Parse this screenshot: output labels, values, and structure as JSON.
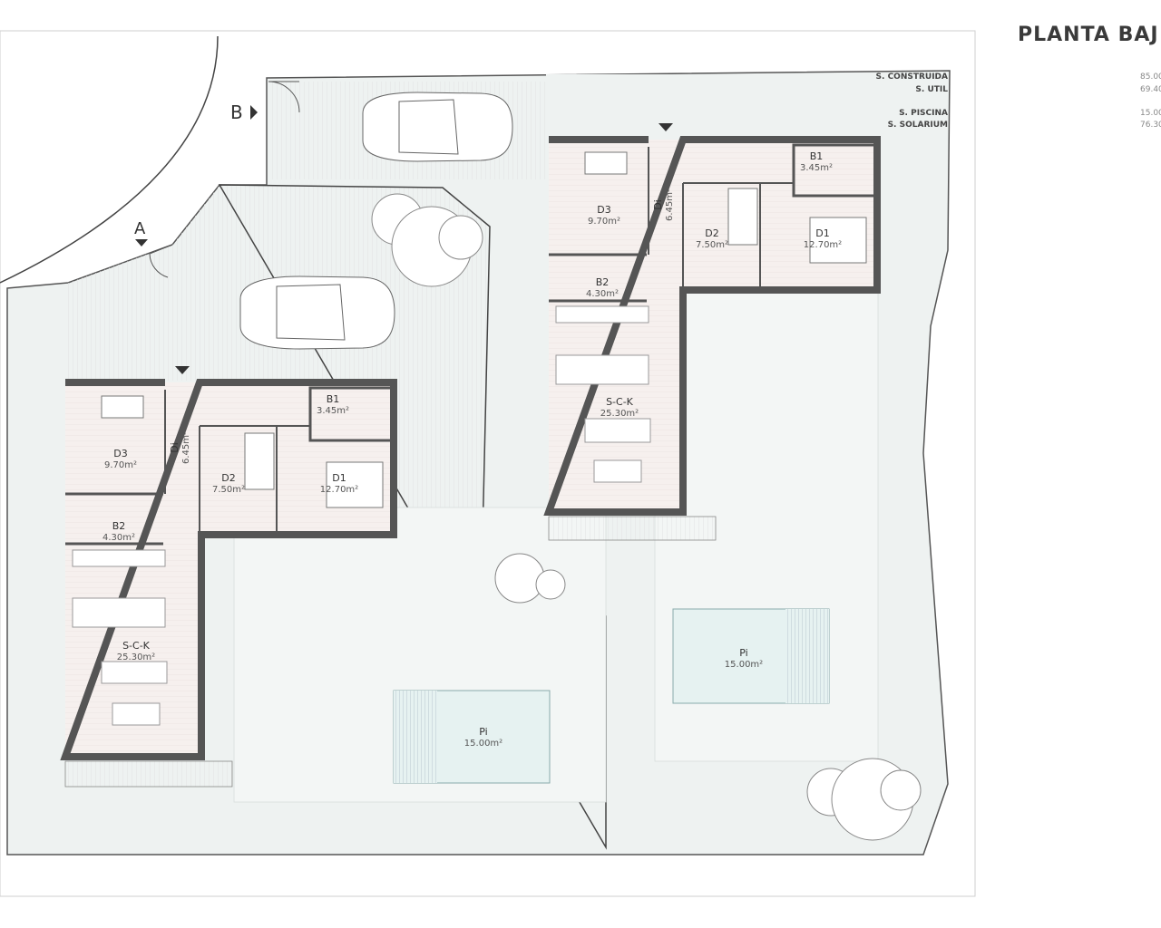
{
  "title": "PLANTA BAJ",
  "stats": [
    {
      "label": "S. CONSTRUIDA",
      "value": "85.00"
    },
    {
      "label": "S. UTIL",
      "value": "69.40"
    },
    {
      "label": "S. PISCINA",
      "value": "15.00"
    },
    {
      "label": "S. SOLARIUM",
      "value": "76.30"
    }
  ],
  "markers": {
    "a": "A",
    "b": "B"
  },
  "house_left": {
    "d3": {
      "name": "D3",
      "area": "9.70m²"
    },
    "di": {
      "name": "Di",
      "area": "6.45m²"
    },
    "b1": {
      "name": "B1",
      "area": "3.45m²"
    },
    "d2": {
      "name": "D2",
      "area": "7.50m²"
    },
    "d1": {
      "name": "D1",
      "area": "12.70m²"
    },
    "b2": {
      "name": "B2",
      "area": "4.30m²"
    },
    "sck": {
      "name": "S-C-K",
      "area": "25.30m²"
    },
    "pool": {
      "name": "Pi",
      "area": "15.00m²"
    }
  },
  "house_right": {
    "d3": {
      "name": "D3",
      "area": "9.70m²"
    },
    "di": {
      "name": "Di",
      "area": "6.45m²"
    },
    "b1": {
      "name": "B1",
      "area": "3.45m²"
    },
    "d2": {
      "name": "D2",
      "area": "7.50m²"
    },
    "d1": {
      "name": "D1",
      "area": "12.70m²"
    },
    "b2": {
      "name": "B2",
      "area": "4.30m²"
    },
    "sck": {
      "name": "S-C-K",
      "area": "25.30m²"
    },
    "pool": {
      "name": "Pi",
      "area": "15.00m²"
    }
  }
}
